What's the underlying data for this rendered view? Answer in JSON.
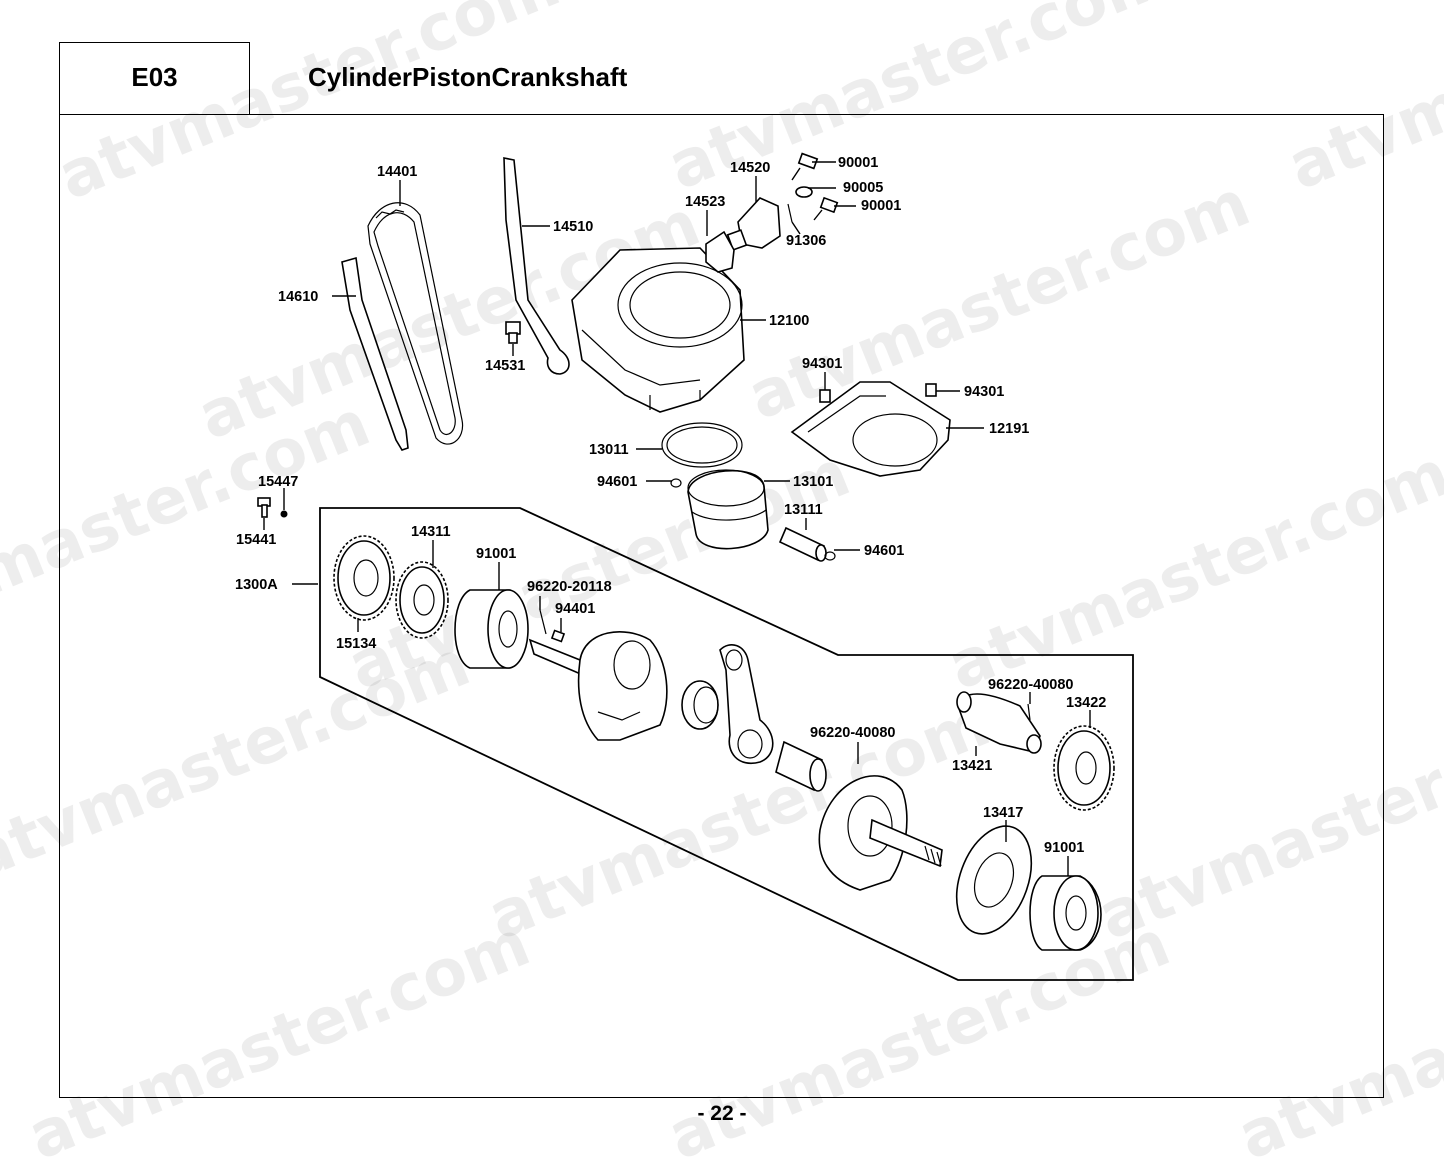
{
  "header": {
    "code": "E03",
    "title": "CylinderPistonCrankshaft"
  },
  "footer": {
    "page_number": "- 22 -"
  },
  "watermark": {
    "text": "atvmaster.com"
  },
  "labels": {
    "p14401": "14401",
    "p14510": "14510",
    "p14520": "14520",
    "p14523": "14523",
    "p90001a": "90001",
    "p90005": "90005",
    "p90001b": "90001",
    "p91306": "91306",
    "p14610": "14610",
    "p12100": "12100",
    "p14531": "14531",
    "p94301a": "94301",
    "p94301b": "94301",
    "p12191": "12191",
    "p13011": "13011",
    "p94601a": "94601",
    "p13101": "13101",
    "p13111": "13111",
    "p94601b": "94601",
    "p15447": "15447",
    "p15441": "15441",
    "p14311": "14311",
    "p91001a": "91001",
    "p96220_20118": "96220-20118",
    "p94401": "94401",
    "p1300A": "1300A",
    "p15134": "15134",
    "p96220_40080a": "96220-40080",
    "p13422": "13422",
    "p13421": "13421",
    "p96220_40080b": "96220-40080",
    "p13417": "13417",
    "p91001b": "91001"
  }
}
